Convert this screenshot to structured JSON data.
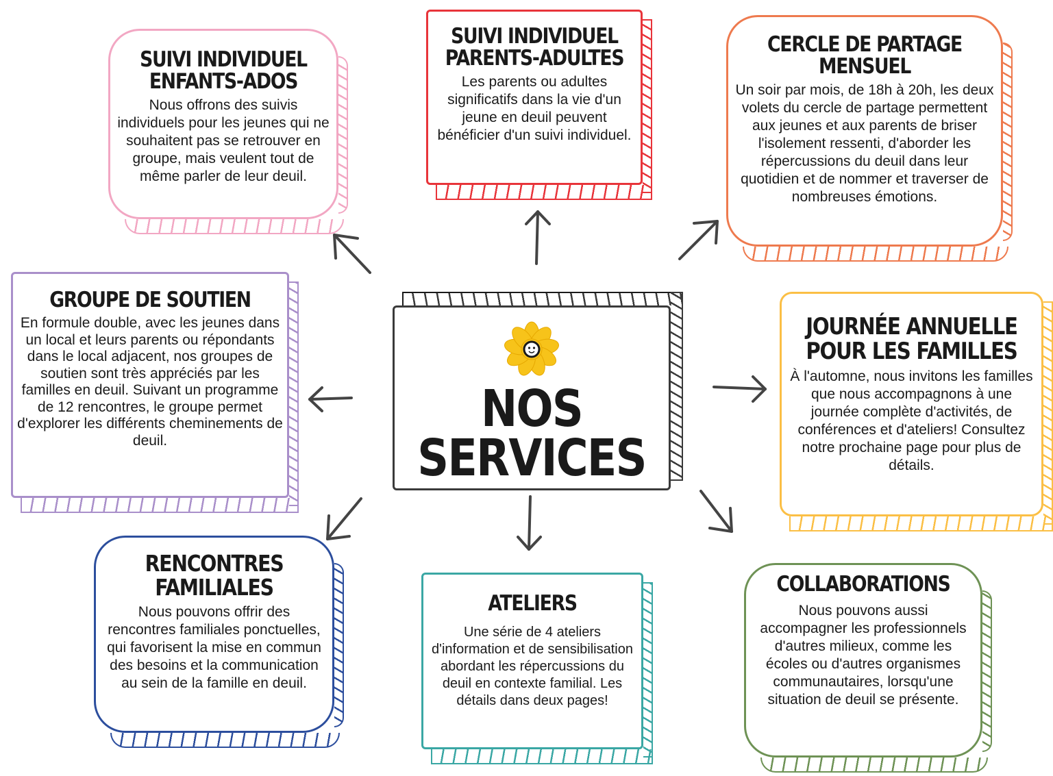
{
  "colors": {
    "pink": "#f2a7c3",
    "red": "#e8343a",
    "orange": "#ee7a4e",
    "purple": "#a98fca",
    "dark": "#3a3a3a",
    "yellow": "#fbbf45",
    "blue": "#2c4e9d",
    "teal": "#3aa7a4",
    "green": "#6e9255",
    "sunflower": "#f7c31a",
    "arrow": "#444444"
  },
  "center": {
    "icon": "smiling-sunflower",
    "title": "NOS\nSERVICES"
  },
  "services": {
    "suivi_enfants": {
      "title": "SUIVI INDIVIDUEL\nENFANTS-ADOS",
      "text": "Nous offrons des suivis individuels pour les jeunes qui ne souhaitent pas se retrouver en groupe, mais veulent tout de même parler de leur deuil."
    },
    "suivi_parents": {
      "title": "SUIVI INDIVIDUEL\nPARENTS-ADULTES",
      "text": "Les parents ou adultes significatifs dans la vie d'un jeune en deuil peuvent bénéficier d'un suivi individuel."
    },
    "cercle": {
      "title": "CERCLE DE PARTAGE\nMENSUEL",
      "text": "Un soir par mois, de 18h à 20h, les deux volets du cercle de partage permettent aux jeunes et aux parents de briser l'isolement ressenti, d'aborder les répercussions du deuil dans leur quotidien et de nommer et traverser de nombreuses émotions."
    },
    "groupe": {
      "title": "GROUPE DE SOUTIEN",
      "text": "En formule double, avec les jeunes dans un local et leurs parents ou répondants dans le local adjacent, nos groupes de soutien sont très appréciés par les familles en deuil. Suivant un programme de 12 rencontres, le groupe permet d'explorer les différents cheminements de deuil."
    },
    "journee": {
      "title": "JOURNÉE ANNUELLE\nPOUR LES FAMILLES",
      "text": "À l'automne, nous invitons les familles que nous accompagnons à une journée complète d'activités, de conférences et d'ateliers! Consultez notre prochaine page pour plus de détails."
    },
    "rencontres": {
      "title": "RENCONTRES\nFAMILIALES",
      "text": "Nous pouvons offrir des rencontres familiales ponctuelles, qui favorisent la mise en commun des besoins et la communication au sein de la famille en deuil."
    },
    "ateliers": {
      "title": "ATELIERS",
      "text": "Une série de 4 ateliers d'information et de sensibilisation abordant les répercussions du deuil en contexte familial. Les détails dans deux pages!"
    },
    "collaborations": {
      "title": "COLLABORATIONS",
      "text": "Nous pouvons aussi accompagner les professionnels d'autres milieux, comme les écoles ou d'autres organismes communautaires, lorsqu'une situation de deuil se présente."
    }
  }
}
